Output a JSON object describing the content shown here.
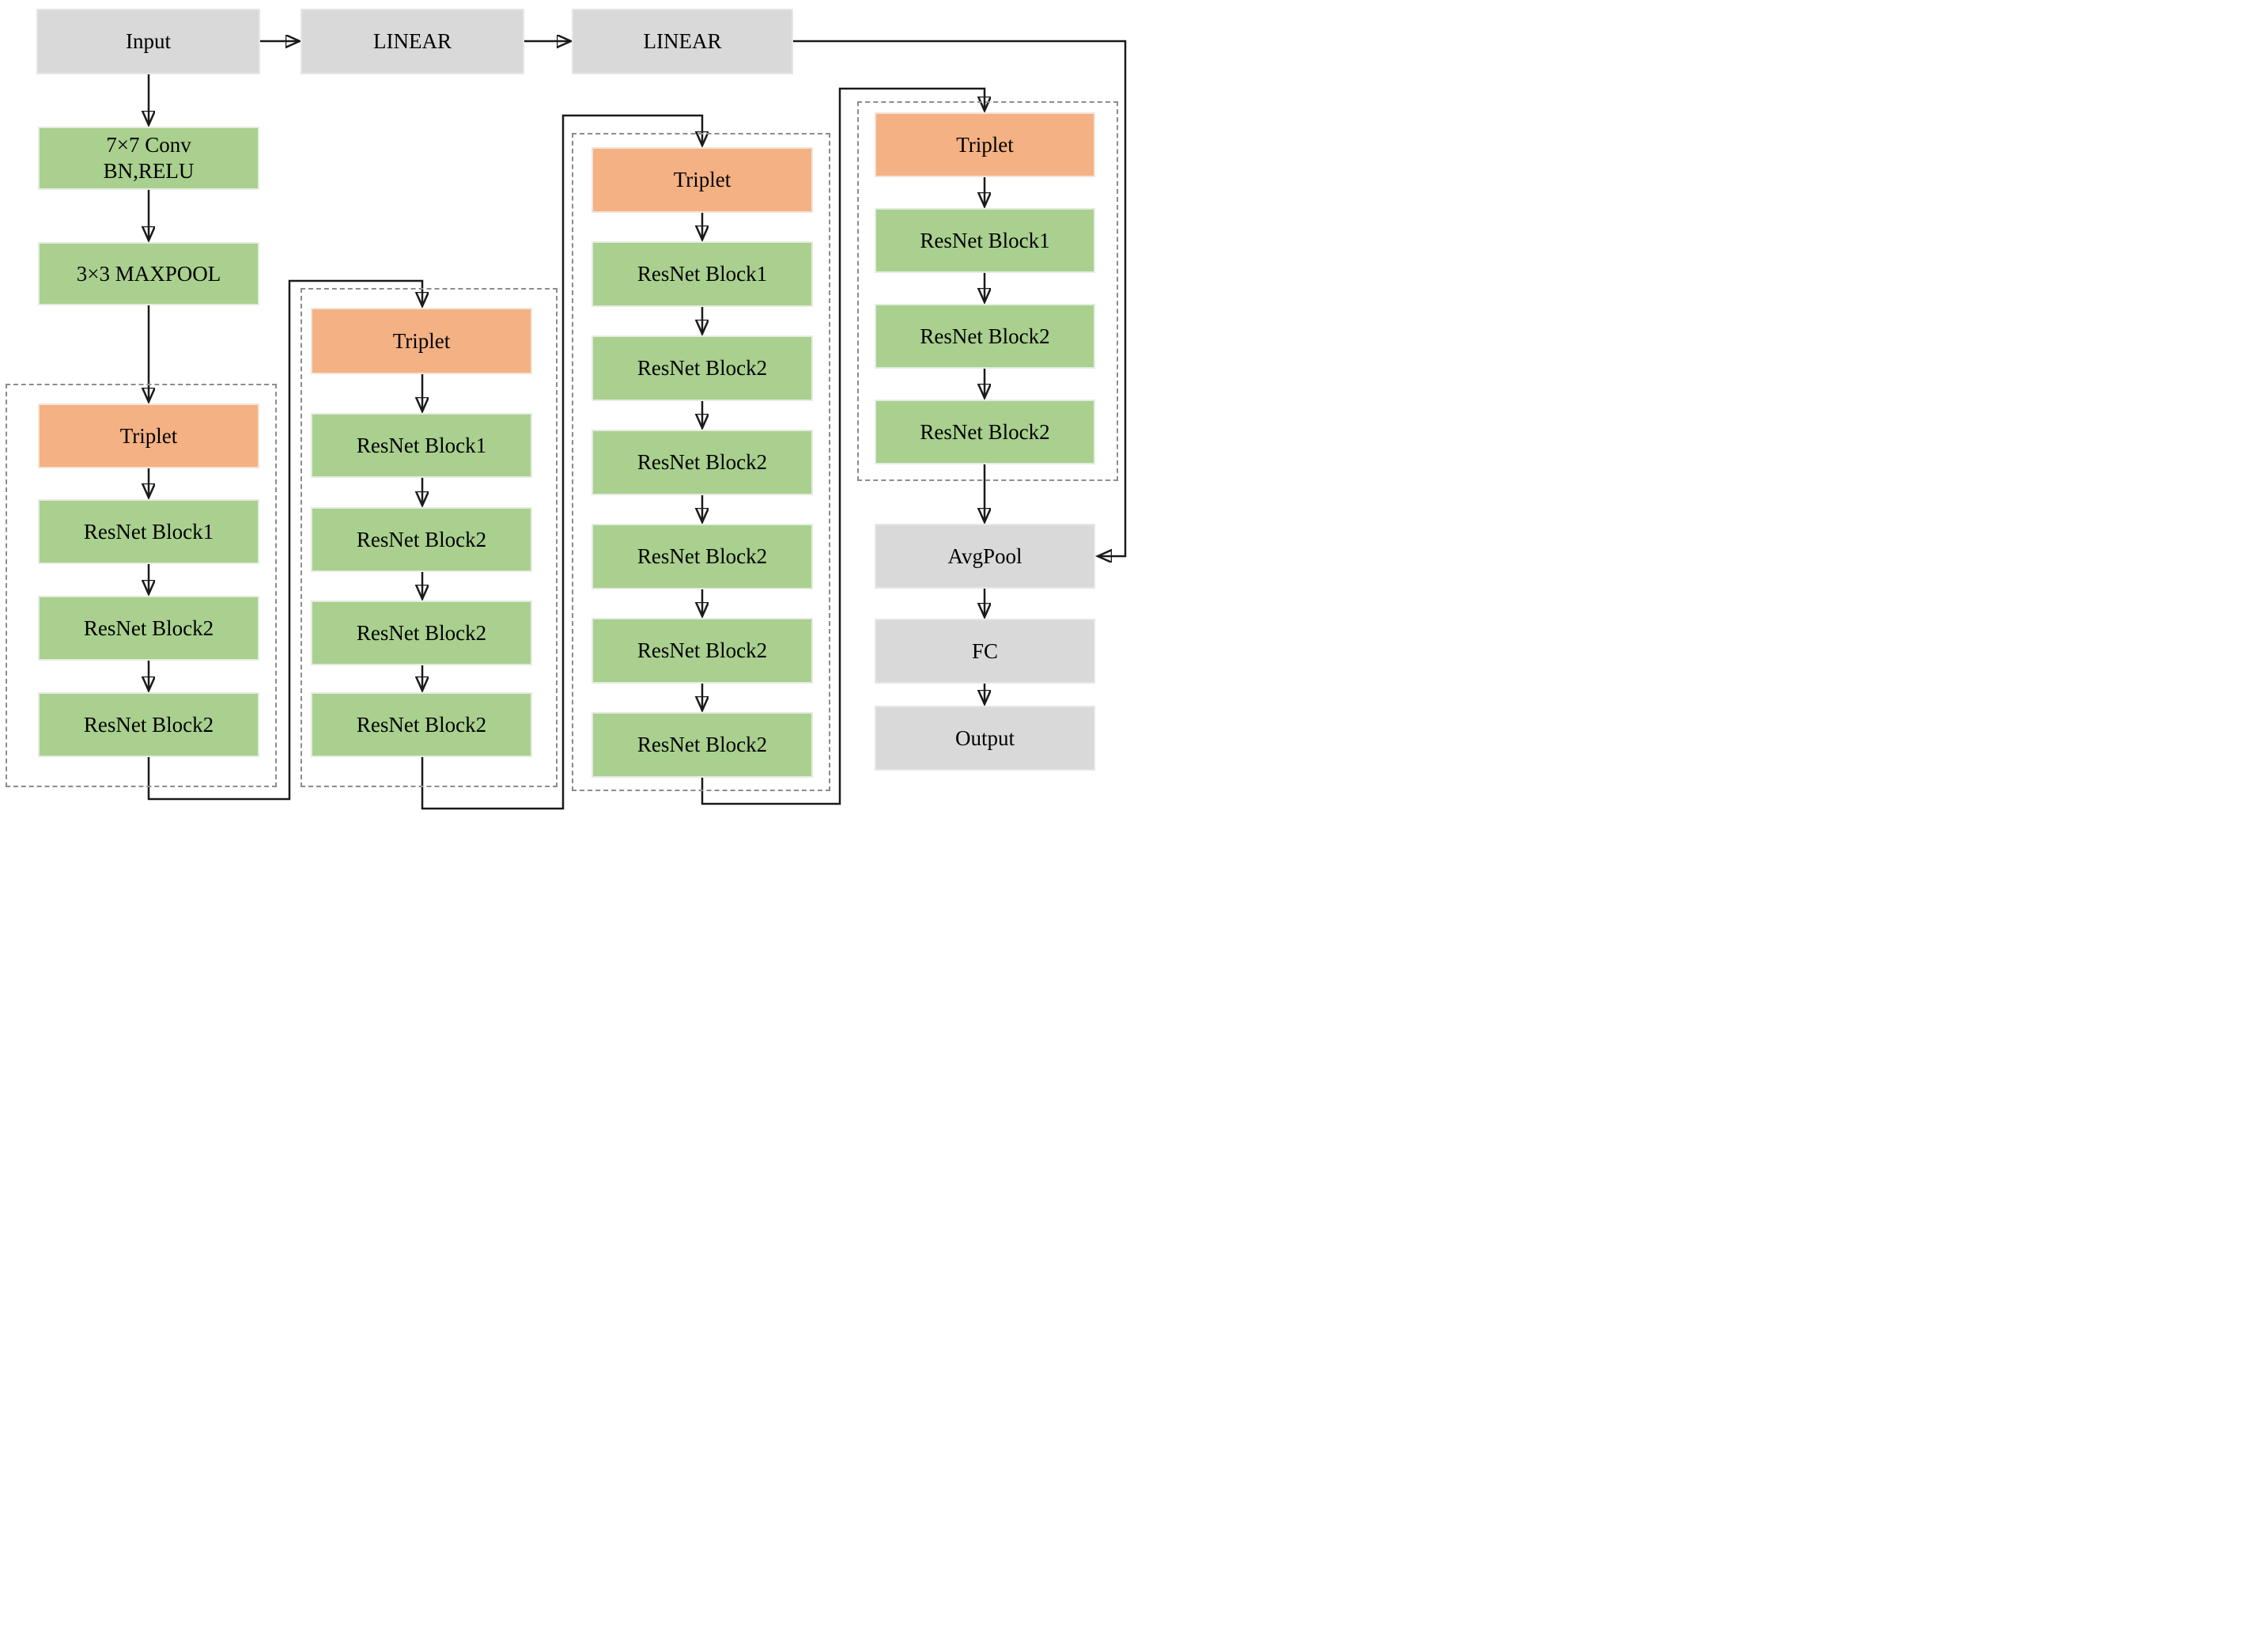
{
  "diagram": {
    "top_row": {
      "input": "Input",
      "linear_1": "LINEAR",
      "linear_2": "LINEAR"
    },
    "stem": {
      "conv_line1": "7×7 Conv",
      "conv_line2": "BN,RELU",
      "maxpool": "3×3 MAXPOOL"
    },
    "stages": [
      {
        "blocks": [
          "Triplet",
          "ResNet Block1",
          "ResNet Block2",
          "ResNet Block2"
        ]
      },
      {
        "blocks": [
          "Triplet",
          "ResNet Block1",
          "ResNet Block2",
          "ResNet Block2",
          "ResNet Block2"
        ]
      },
      {
        "blocks": [
          "Triplet",
          "ResNet Block1",
          "ResNet Block2",
          "ResNet Block2",
          "ResNet Block2",
          "ResNet Block2",
          "ResNet Block2"
        ]
      },
      {
        "blocks": [
          "Triplet",
          "ResNet Block1",
          "ResNet Block2",
          "ResNet Block2"
        ]
      }
    ],
    "head": {
      "avgpool": "AvgPool",
      "fc": "FC",
      "output": "Output"
    },
    "colors": {
      "box_gray": "#d9d9d9",
      "box_green": "#a9d08e",
      "box_orange": "#f4b183",
      "connector": "#1a1a1a",
      "dashed_border": "#8c8c8c"
    }
  }
}
